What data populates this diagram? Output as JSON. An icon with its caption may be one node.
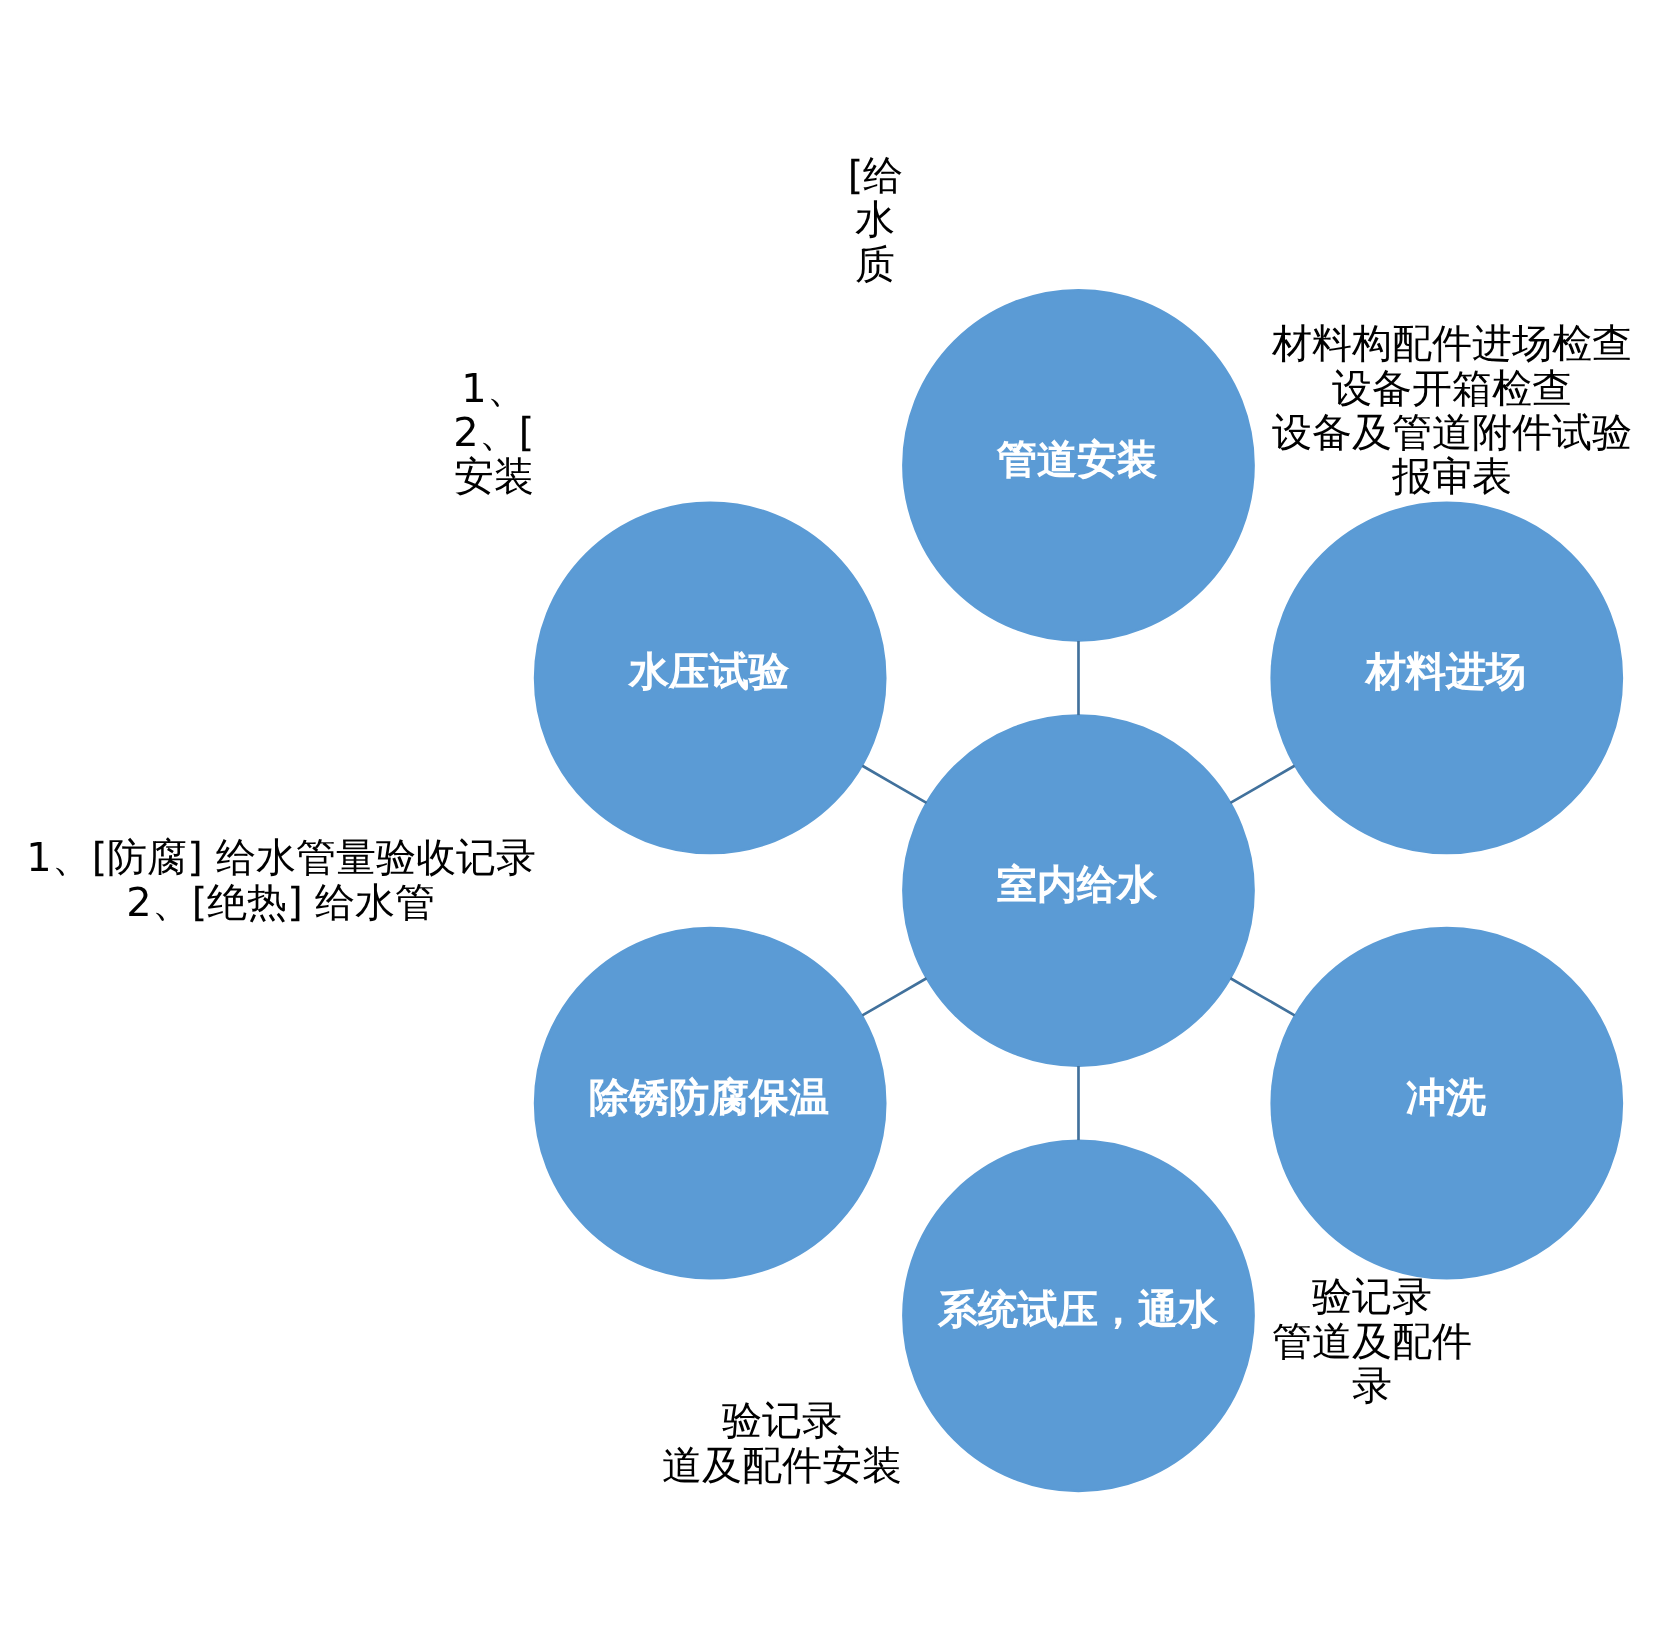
{
  "diagram": {
    "nodes": [
      {
        "text": [
          "室内给水"
        ]
      },
      {
        "text": [
          "材料进场"
        ],
        "beside": [
          "材料构配件进场检查",
          "设备开箱检查",
          "设备及管道附件试验",
          "报审表"
        ]
      },
      {
        "text": [
          "管道安装"
        ],
        "beside": [
          "[给",
          "水",
          "质"
        ]
      },
      {
        "text": [
          "水压试验"
        ],
        "beside": [
          "1、",
          "2、[",
          "安装"
        ]
      },
      {
        "text": [
          "除锈防腐保温"
        ],
        "beside": [
          "1、[防腐] 给水管量验收记录",
          "2、[绝热] 给水管"
        ]
      },
      {
        "text": [
          "系统试压，通水"
        ],
        "beside": [
          "验记录",
          "道及配件安装"
        ]
      },
      {
        "text": [
          "冲洗"
        ],
        "beside": [
          "验记录",
          "管道及配件",
          "录"
        ]
      }
    ],
    "edges": [
      {
        "from": 0,
        "to": 1,
        "arrow": "none"
      },
      {
        "from": 0,
        "to": 2,
        "arrow": "none"
      },
      {
        "from": 0,
        "to": 3,
        "arrow": "none"
      },
      {
        "from": 0,
        "to": 4,
        "arrow": "none"
      },
      {
        "from": 0,
        "to": 5,
        "arrow": "none"
      },
      {
        "from": 0,
        "to": 6,
        "arrow": "none"
      }
    ]
  }
}
